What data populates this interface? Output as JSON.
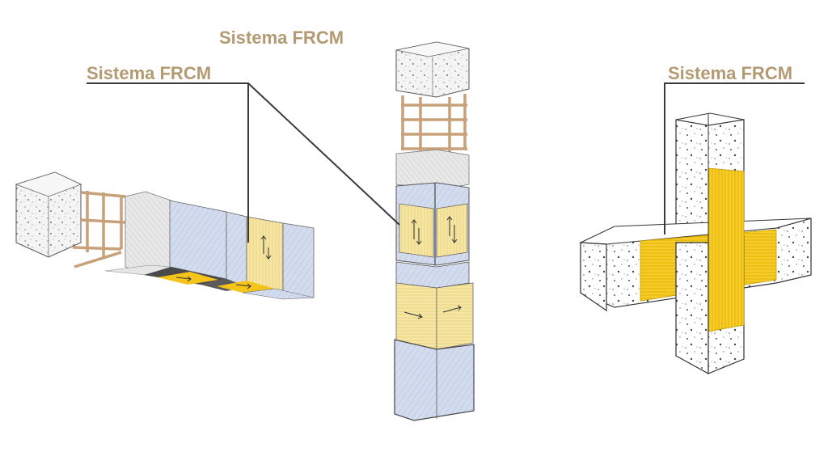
{
  "labels": {
    "left": "Sistema FRCM",
    "center": "Sistema FRCM",
    "right": "Sistema FRCM"
  },
  "colors": {
    "label_text": "#b49a72",
    "leader_line": "#3a3a3a",
    "concrete": "#f2f2f2",
    "mortar": "#ccd6ea",
    "frcm_yellow_light": "#f7e7a6",
    "frcm_yellow": "#f4c41a",
    "rebar": "#c8a07a"
  }
}
